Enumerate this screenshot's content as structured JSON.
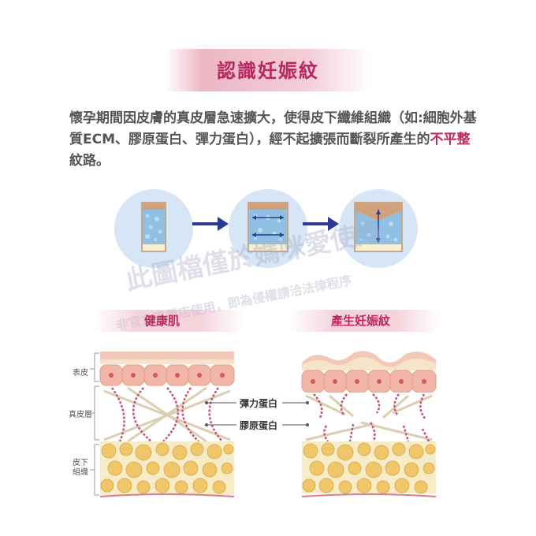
{
  "title": "認識妊娠紋",
  "description": {
    "part1": "懷孕期間因皮膚的真皮層急速擴大，使得皮下纖維組織（如:細胞外基質ECM、膠原蛋白、彈力蛋白），經不起擴張而斷裂所產生的",
    "highlight": "不平整",
    "part2": "紋路。"
  },
  "watermark": {
    "line1": "此圖檔僅於媽咪愛使用",
    "line2": "非官方直營店使用，即為侵權請洽法律程序"
  },
  "panels": {
    "healthy_label": "健康肌",
    "stretch_label": "產生妊娠紋"
  },
  "layers": {
    "epidermis": "表皮",
    "dermis": "真皮層",
    "subcutaneous_line1": "皮下",
    "subcutaneous_line2": "組織"
  },
  "fibers": {
    "elastin": "彈力蛋白",
    "collagen": "膠原蛋白"
  },
  "colors": {
    "accent": "#c0275f",
    "arrow": "#2c3a93",
    "circle": "#d6e6f6",
    "fat": "#efc66a",
    "elastin": "#c0577a",
    "collagen": "#d9c9a8"
  }
}
